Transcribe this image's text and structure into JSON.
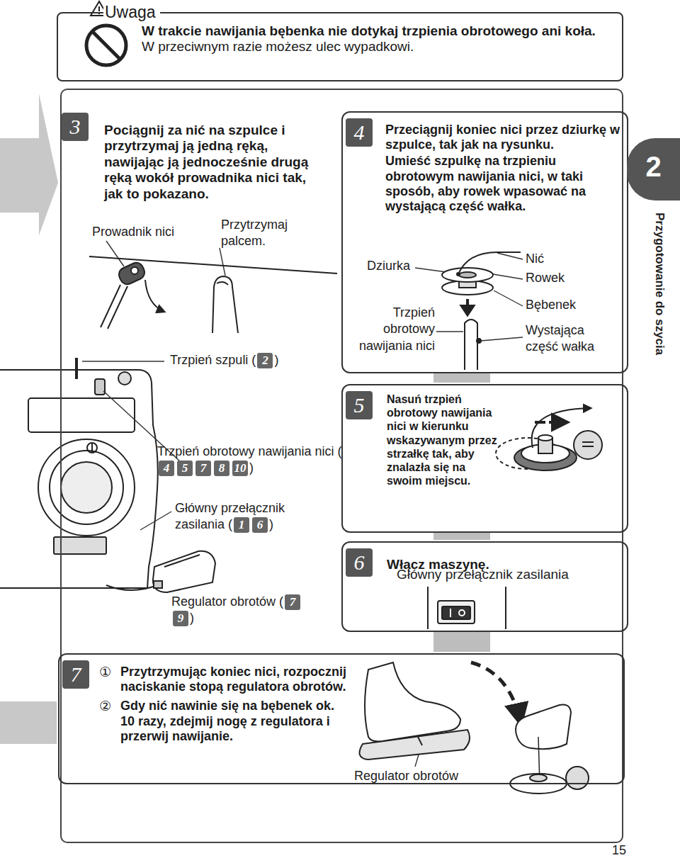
{
  "diagram": {
    "nodes": [
      {
        "text": [
          "Uwaga",
          "W trakcie nawijania bębenka nie dotykaj trzpienia obrotowego ani koła.",
          "W przeciwnym razie możesz ulec wypadkowi."
        ]
      },
      {
        "text": [
          "3",
          "Pociągnij za nić na szpulce i przytrzymaj ją jedną ręką, nawijając ją jednocześnie drugą ręką wokół prowadnika nici tak, jak to pokazano."
        ]
      },
      {
        "text": [
          "4",
          "Przeciągnij koniec nici przez dziurkę w szpulce, tak jak na rysunku.",
          "Umieść szpulkę na trzpieniu obrotowym nawijania nici, w taki sposób, aby rowek wpasować na wystającą część wałka."
        ],
        "in": 1
      },
      {
        "text": [
          "5",
          "Nasuń trzpień obrotowy nawijania nici w kierunku wskazywanym przez strzałkę tak, aby znalazła się na swoim miejscu."
        ],
        "in": 1
      },
      {
        "text": [
          "6",
          "Włącz maszynę."
        ],
        "in": 1
      },
      {
        "text": [
          "7",
          "①",
          "Przytrzymując koniec nici, rozpocznij naciskanie stopą regulatora obrotów.",
          "②",
          "Gdy nić nawinie się na bębenek ok. 10 razy, zdejmij nogę z regulatora i przerwij nawijanie."
        ],
        "in": 1
      },
      {
        "text": [
          "2"
        ]
      }
    ],
    "labels": [
      "Prowadnik nici",
      "Przytrzymaj palcem.",
      "Trzpień szpuli (",
      "2",
      ")",
      "Trzpień obrotowy nawijania nici (",
      "4",
      "5",
      "7",
      "8",
      "10",
      ")",
      "Główny przełącznik zasilania (",
      "1",
      "6",
      ")",
      "Regulator obrotów (",
      "7",
      "9",
      ")",
      "Dziurka",
      "Trzpień obrotowy nawijania nici",
      "Nić",
      "Rowek",
      "Bębenek",
      "Wystająca część wałka",
      "Główny przełącznik zasilania",
      "Regulator obrotów",
      "Przygotowanie do szycia",
      "15"
    ]
  }
}
